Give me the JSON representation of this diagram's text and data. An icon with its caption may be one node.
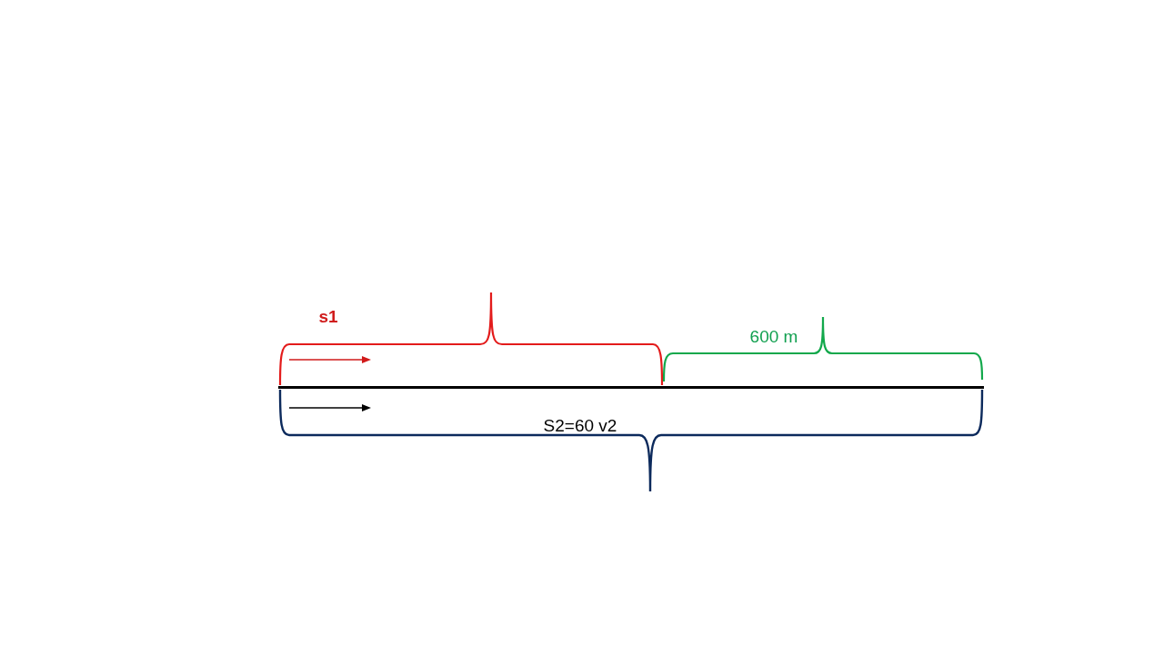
{
  "diagram": {
    "labels": [
      "s1",
      "600 m",
      "S2=60 v2"
    ]
  }
}
